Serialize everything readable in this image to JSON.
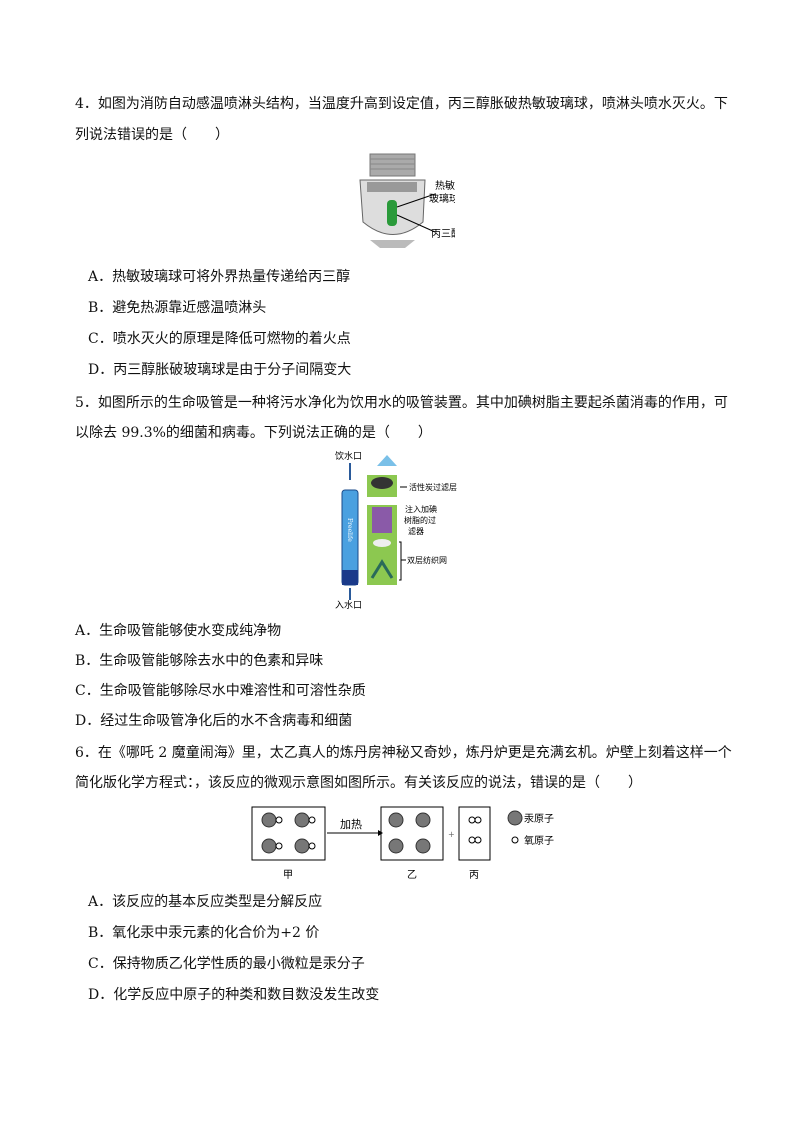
{
  "q4": {
    "line1": "4．如图为消防自动感温喷淋头结构，当温度升高到设定值，丙三醇胀破热敏玻璃球，喷淋头喷水灭火。下",
    "line2": "列说法错误的是（　　）",
    "figure": {
      "label_ball_1": "热敏",
      "label_ball_2": "玻璃球",
      "label_liquid": "丙三醇"
    },
    "options": [
      "A．热敏玻璃球可将外界热量传递给丙三醇",
      "B．避免热源靠近感温喷淋头",
      "C．喷水灭火的原理是降低可燃物的着火点",
      "D．丙三醇胀破玻璃球是由于分子间隔变大"
    ]
  },
  "q5": {
    "line1": "5．如图所示的生命吸管是一种将污水净化为饮用水的吸管装置。其中加碘树脂主要起杀菌消毒的作用，可",
    "line2": "以除去 99.3%的细菌和病毒。下列说法正确的是（　　）",
    "figure": {
      "outlet": "饮水口",
      "inlet": "入水口",
      "carbon": "活性炭过滤层",
      "resin_1": "注入加碘",
      "resin_2": "树脂的过",
      "resin_3": "滤器",
      "mesh": "双层纺织网",
      "brand": "Freelife"
    },
    "options": [
      "A．生命吸管能够使水变成纯净物",
      "B．生命吸管能够除去水中的色素和异味",
      "C．生命吸管能够除尽水中难溶性和可溶性杂质",
      "D．经过生命吸管净化后的水不含病毒和细菌"
    ]
  },
  "q6": {
    "line1": "6．在《哪吒 2 魔童闹海》里，太乙真人的炼丹房神秘又奇妙，炼丹炉更是充满玄机。炉壁上刻着这样一个",
    "line2": "简化版化学方程式：，该反应的微观示意图如图所示。有关该反应的说法，错误的是（　　）",
    "figure": {
      "arrow_label": "加热",
      "plus": "+",
      "box_a": "甲",
      "box_b": "乙",
      "box_c": "丙",
      "legend_hg": "汞原子",
      "legend_o": "氧原子"
    },
    "options": [
      "A．该反应的基本反应类型是分解反应",
      "B．氧化汞中汞元素的化合价为+2 价",
      "C．保持物质乙化学性质的最小微粒是汞分子",
      "D．化学反应中原子的种类和数目数没发生改变"
    ]
  }
}
